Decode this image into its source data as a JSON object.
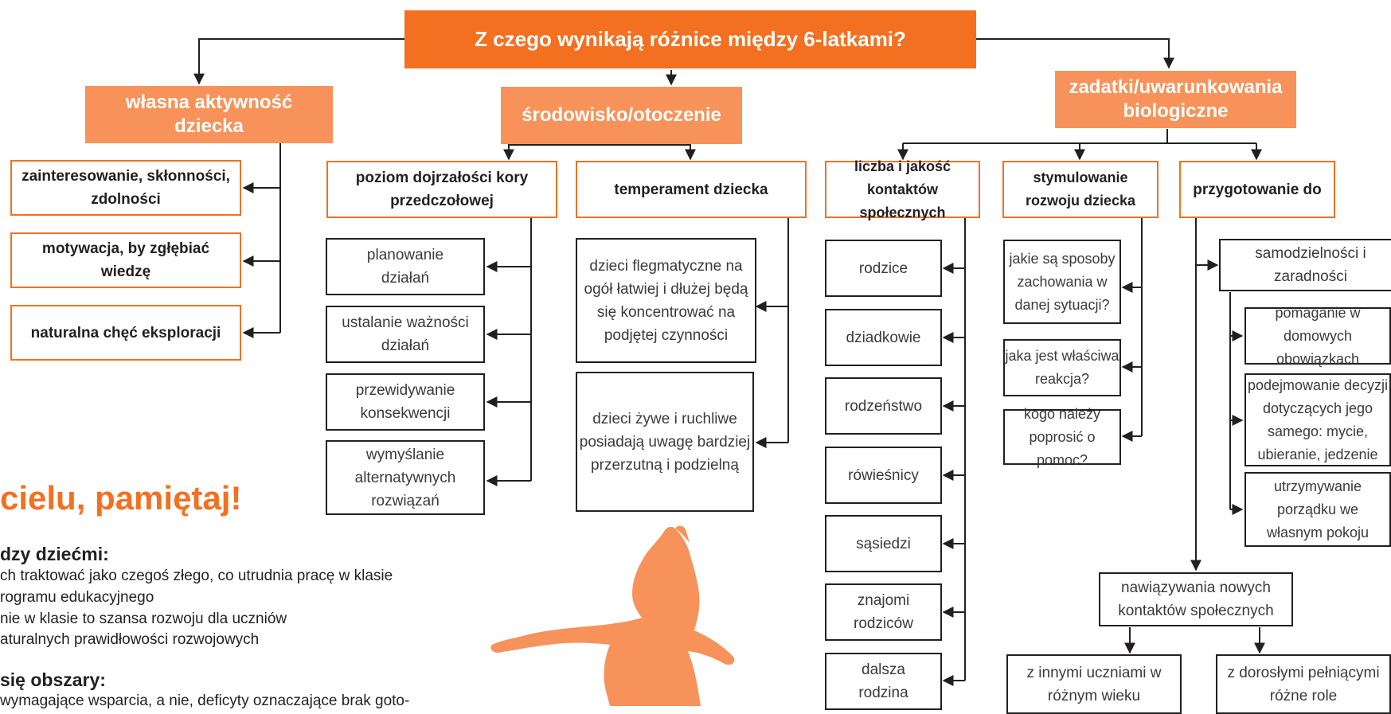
{
  "title": "Z czego wynikają różnice między 6-latkami?",
  "categories": {
    "activity": "własna aktywność dziecka",
    "environment": "środowisko/otoczenie",
    "biology": "zadatki/uwarunkowania biologiczne"
  },
  "activity_items": [
    "zainteresowanie, skłonności, zdolności",
    "motywacja, by zgłębiać wiedzę",
    "naturalna chęć eksploracji"
  ],
  "environment": {
    "cortex": {
      "label": "poziom dojrzałości kory przedczołowej",
      "items": [
        "planowanie działań",
        "ustalanie ważności działań",
        "przewidywanie konsekwencji",
        "wymyślanie alternatywnych rozwiązań"
      ]
    },
    "temperament": {
      "label": "temperament dziecka",
      "items": [
        "dzieci flegmatyczne na ogół łatwiej i dłużej będą się koncentrować na podjętej czynności",
        "dzieci żywe i ruchliwe posiadają uwagę bardziej przerzutną i podzielną"
      ]
    }
  },
  "biology": {
    "contacts": {
      "label": "liczba i jakość kontaktów społecznych",
      "items": [
        "rodzice",
        "dziadkowie",
        "rodzeństwo",
        "rówieśnicy",
        "sąsiedzi",
        "znajomi rodziców",
        "dalsza rodzina"
      ]
    },
    "stimulation": {
      "label": "stymulowanie rozwoju dziecka",
      "items": [
        "jakie są sposoby zachowania w danej sytuacji?",
        "jaka jest właściwa reakcja?",
        "kogo należy poprosić o pomoc?"
      ]
    },
    "preparation": {
      "label": "przygotowanie do",
      "independence": "samodzielności i zaradności",
      "independence_items": [
        "pomaganie w domowych obowiązkach",
        "podejmowanie decyzji dotyczących jego samego: mycie, ubieranie, jedzenie",
        "utrzymywanie porządku we własnym pokoju"
      ],
      "new_contacts": "nawiązywania nowych kontaktów społecznych",
      "new_contacts_items": [
        "z innymi uczniami w różnym wieku",
        "z dorosłymi pełniącymi różne role"
      ]
    }
  },
  "left_text": {
    "heading": "cielu, pamiętaj!",
    "section1_title": "dzy dziećmi:",
    "section1_lines": [
      "ch traktować jako czegoś złego, co utrudnia pracę w klasie",
      "rogramu edukacyjnego",
      "nie w klasie to szansa rozwoju dla uczniów",
      "aturalnych prawidłowości rozwojowych"
    ],
    "section2_title": "się obszary:",
    "section2_line": "wymagające wsparcia, a nie, deficyty oznaczające brak goto-"
  },
  "colors": {
    "orange": "#f37021",
    "light_orange": "#f7935a",
    "dark": "#231f20"
  }
}
